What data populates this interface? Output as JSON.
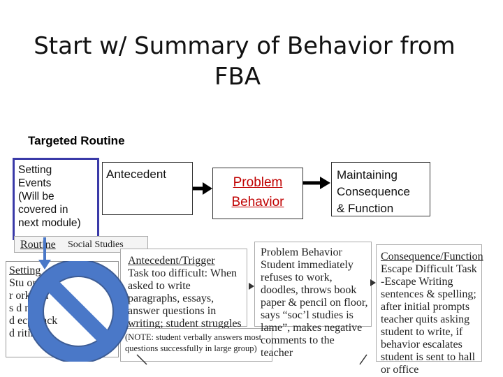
{
  "slide": {
    "title_line1": "Start w/ Summary of Behavior from",
    "title_line2": "FBA",
    "routine_heading": "Targeted Routine"
  },
  "top_row": {
    "setting_events": "Setting\nEvents\n(Will be\ncovered in\nnext module)",
    "antecedent": "Antecedent",
    "problem_behavior": "Problem\nBehavior",
    "maintaining": "Maintaining\nConsequence\n& Function"
  },
  "scan": {
    "routine_label": "Routine",
    "routine_value": "Social Studies",
    "setting_head": "Setting",
    "setting_lines": [
      "Stu   ore",
      "r       ork if h",
      "s       d neg",
      "d    ectiv  ack",
      "d    riting c"
    ],
    "antecedent_head": "Antecedent/Trigger",
    "antecedent_text": "Task too difficult: When asked to write paragraphs, essays, answer questions in writing; student struggles with spelling and sentence construction",
    "note_text": "(NOTE: student verbally answers most questions successfully in large group)",
    "problem_head": "Problem Behavior",
    "problem_text": "Student immediately refuses to work, doodles, throws book paper & pencil on floor, says “soc’l studies is lame”, makes negative comments to the teacher",
    "consequence_head": "Consequence/Function",
    "consequence_text": "Escape Difficult Task -Escape Writing sentences & spelling; after initial prompts teacher quits asking student to write, if behavior escalates student is sent to hall or office"
  },
  "colors": {
    "setting_border": "#3a3aa8",
    "problem_text": "#c00000",
    "no_sign_fill": "#4a78c8",
    "no_sign_ring": "#2e4f8c"
  },
  "icons": {
    "no_sign": "prohibition-icon",
    "arrows": "right-arrow-icon"
  }
}
